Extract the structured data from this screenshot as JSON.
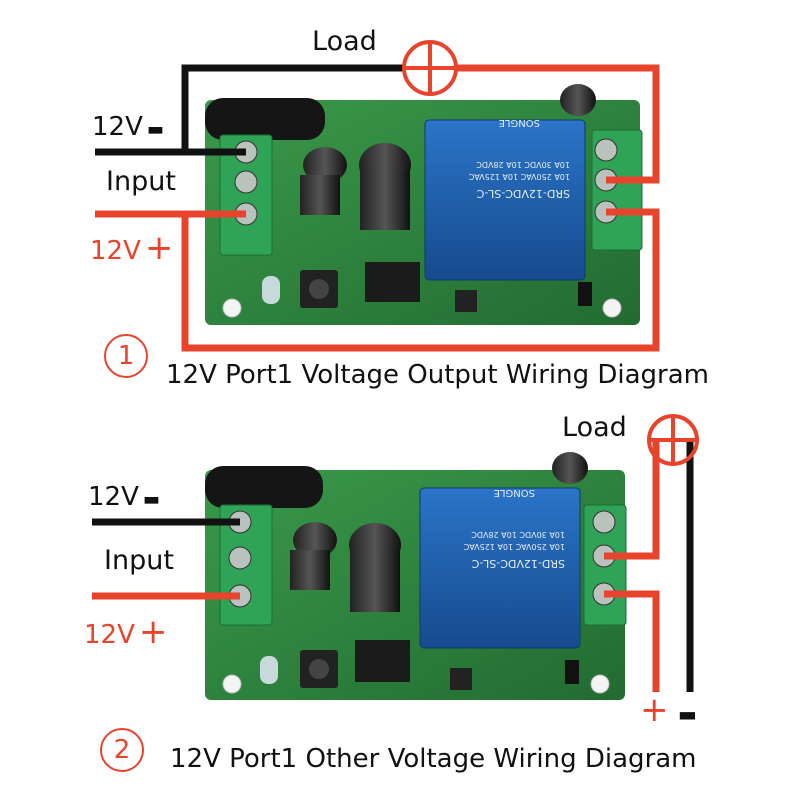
{
  "diagram1": {
    "load_label": "Load",
    "minus_label": "12V",
    "minus_sign": "▬",
    "input_label": "Input",
    "plus_label": "12V",
    "plus_sign": "+",
    "number": "1",
    "caption": "12V Port1 Voltage Output Wiring Diagram",
    "relay_text": [
      "SRD-12VDC-SL-C",
      "10A 250VAC  10A 125VAC",
      "10A 30VDC  10A 28VDC",
      "SONGLE"
    ]
  },
  "diagram2": {
    "load_label": "Load",
    "minus_label": "12V",
    "minus_sign": "▬",
    "input_label": "Input",
    "plus_label": "12V",
    "plus_sign": "+",
    "number": "2",
    "caption": "12V Port1 Other Voltage Wiring Diagram",
    "out_plus": "+",
    "out_minus": "▬",
    "relay_text": [
      "SRD-12VDC-SL-C",
      "10A 250VAC  10A 125VAC",
      "10A 30VDC  10A 28VDC",
      "SONGLE"
    ]
  },
  "colors": {
    "wire_red": "#e8432c",
    "wire_black": "#111111",
    "pcb": "#2f8a3f",
    "terminal": "#2fa456",
    "relay": "#1f5fb0"
  }
}
